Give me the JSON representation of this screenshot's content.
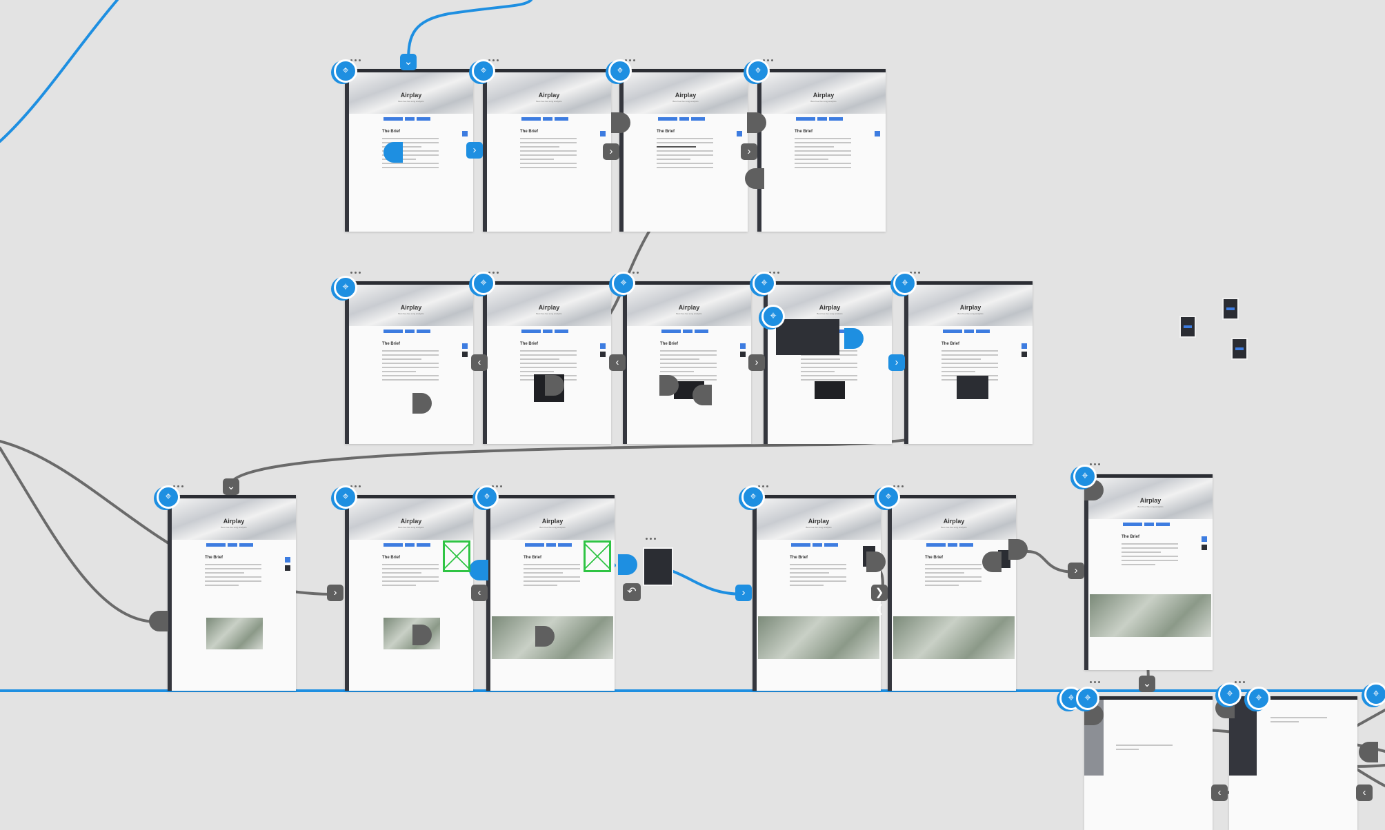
{
  "canvas": {
    "background": "#e3e3e3",
    "wire_color_grey": "#6a6a6a",
    "wire_color_blue": "#1e8fe1",
    "pin_color": "#1e8fe1",
    "highlight_color": "#2fc444"
  },
  "artboard": {
    "title": "Airplay",
    "subtitle": "Best free live song analytics",
    "section_heading": "The Brief"
  },
  "rows": [
    {
      "artboards": 4
    },
    {
      "artboards": 5
    },
    {
      "artboards": 6
    }
  ],
  "icons": {
    "pin": "pin-icon",
    "chevron_right": "chevron-right-icon",
    "chevron_left": "chevron-left-icon",
    "chevron_down": "chevron-down-icon",
    "more": "more-dots-icon",
    "undo": "undo-icon"
  }
}
